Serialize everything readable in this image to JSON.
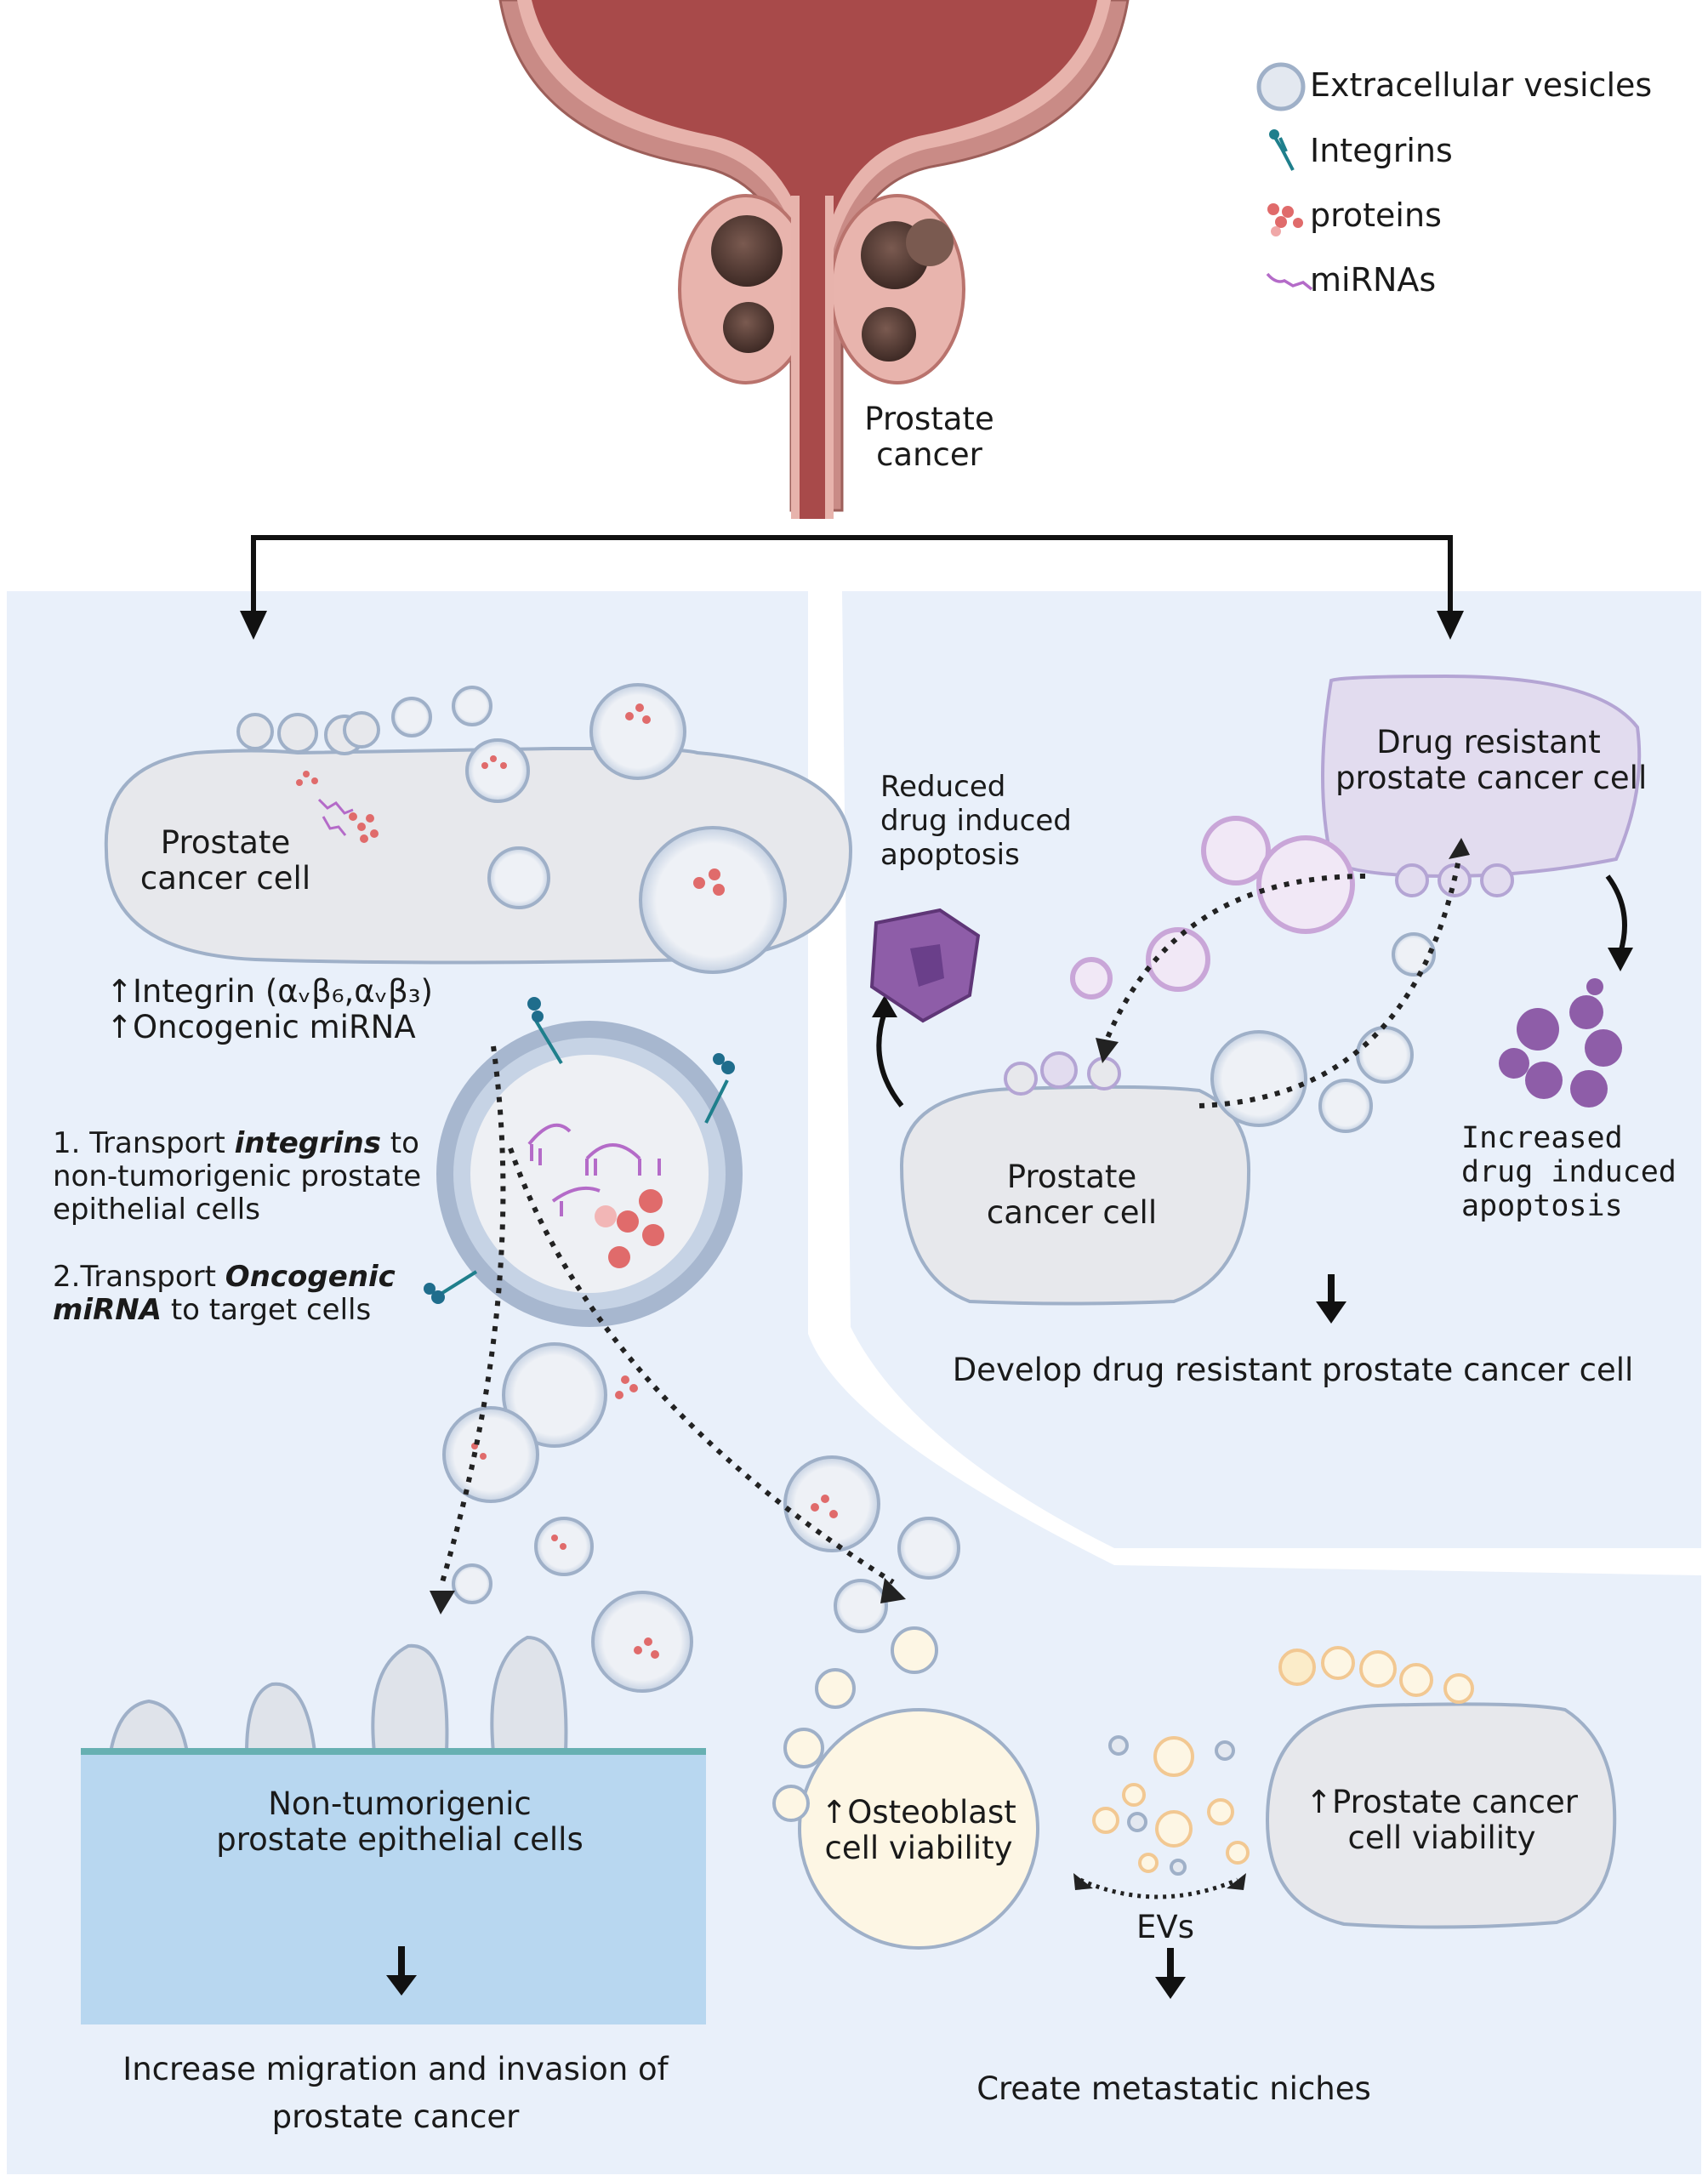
{
  "legend": {
    "extracellular_vesicles": "Extracellular vesicles",
    "integrins": "Integrins",
    "proteins": "proteins",
    "mirnas": "miRNAs"
  },
  "top": {
    "prostate_line1": "Prostate",
    "prostate_line2": "cancer"
  },
  "left_panel": {
    "cell_label_line1": "Prostate",
    "cell_label_line2": "cancer cell",
    "upreg_line1": "↑Integrin (αᵥβ₆,αᵥβ₃)",
    "upreg_line2": "↑Oncogenic miRNA",
    "step1_prefix": "1. Transport ",
    "step1_bold": "integrins",
    "step1_suffix": " to",
    "step1_line2": "non-tumorigenic prostate",
    "step1_line3": "epithelial cells",
    "step2_prefix": "2.Transport ",
    "step2_bold1": "Oncogenic",
    "step2_bold2": "miRNA",
    "step2_suffix": " to target cells",
    "epithelium_line1": "Non-tumorigenic",
    "epithelium_line2": "prostate epithelial cells",
    "outcome_line1": "Increase migration and invasion of",
    "outcome_line2": "prostate cancer"
  },
  "right_panel": {
    "resistant_line1": "Drug resistant",
    "resistant_line2": "prostate cancer cell",
    "reduced_line1": "Reduced",
    "reduced_line2": "drug induced",
    "reduced_line3": "apoptosis",
    "increased_line1": "Increased",
    "increased_line2": "drug induced",
    "increased_line3": "apoptosis",
    "cell_line1": "Prostate",
    "cell_line2": "cancer cell",
    "outcome": "Develop drug resistant prostate cancer cell"
  },
  "bottom_right": {
    "osteoblast_line1": "↑Osteoblast",
    "osteoblast_line2": "cell viability",
    "pc_line1": "↑Prostate cancer",
    "pc_line2": "cell viability",
    "evs": "EVs",
    "outcome": "Create metastatic niches"
  },
  "colors": {
    "panel_bg": "#e9f0fa",
    "epithelium": "#b8d7f0",
    "vesicle": "#c5d3e6",
    "vesicle_purple": "#c9a6d8",
    "protein": "#e06b6b",
    "mirna": "#b46bc8",
    "integrin": "#1f7f8c",
    "tissue": "#b55a5a",
    "tumor": "#5b3e37",
    "osteoblast": "#fdf6e4",
    "resistant_cell": "#e2dcef",
    "apoptotic": "#8e5da8"
  }
}
